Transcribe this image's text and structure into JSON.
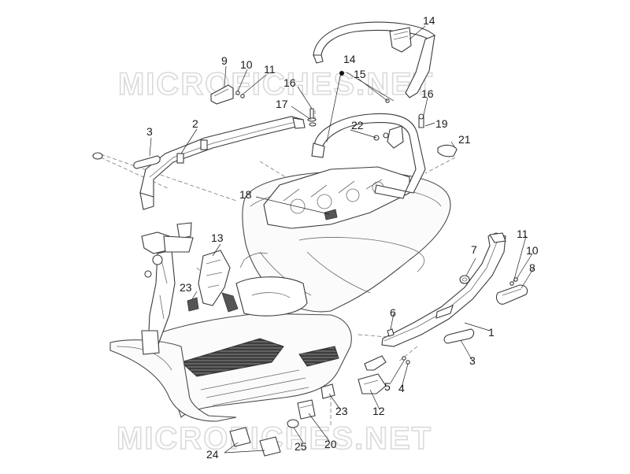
{
  "watermark": {
    "text_top": "MICROFICHES.NET",
    "text_bottom": "MICROFICHES.NET"
  },
  "callouts": [
    {
      "id": "c1",
      "text": "1"
    },
    {
      "id": "c2",
      "text": "2"
    },
    {
      "id": "c3a",
      "text": "3"
    },
    {
      "id": "c3b",
      "text": "3"
    },
    {
      "id": "c4",
      "text": "4"
    },
    {
      "id": "c5",
      "text": "5"
    },
    {
      "id": "c6",
      "text": "6"
    },
    {
      "id": "c7",
      "text": "7"
    },
    {
      "id": "c8",
      "text": "8"
    },
    {
      "id": "c9",
      "text": "9"
    },
    {
      "id": "c10a",
      "text": "10"
    },
    {
      "id": "c10b",
      "text": "10"
    },
    {
      "id": "c11a",
      "text": "11"
    },
    {
      "id": "c11b",
      "text": "11"
    },
    {
      "id": "c12",
      "text": "12"
    },
    {
      "id": "c13",
      "text": "13"
    },
    {
      "id": "c14a",
      "text": "14"
    },
    {
      "id": "c14b",
      "text": "14"
    },
    {
      "id": "c15",
      "text": "15"
    },
    {
      "id": "c16a",
      "text": "16"
    },
    {
      "id": "c16b",
      "text": "16"
    },
    {
      "id": "c17",
      "text": "17"
    },
    {
      "id": "c18",
      "text": "18"
    },
    {
      "id": "c19",
      "text": "19"
    },
    {
      "id": "c20",
      "text": "20"
    },
    {
      "id": "c21",
      "text": "21"
    },
    {
      "id": "c22",
      "text": "22"
    },
    {
      "id": "c23a",
      "text": "23"
    },
    {
      "id": "c23b",
      "text": "23"
    },
    {
      "id": "c24",
      "text": "24"
    },
    {
      "id": "c25",
      "text": "25"
    }
  ]
}
